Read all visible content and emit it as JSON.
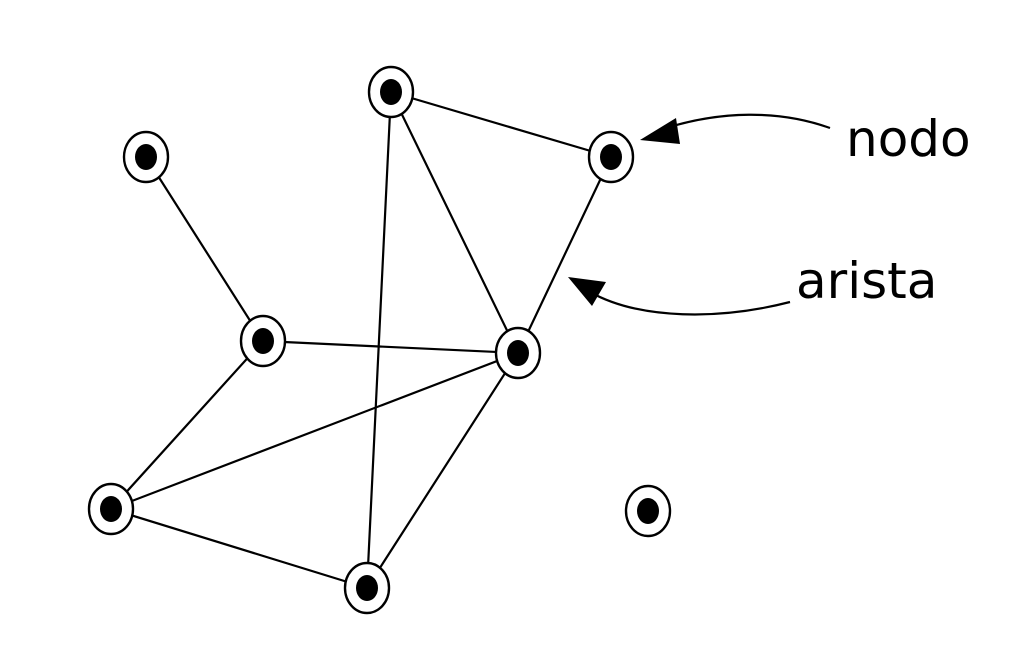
{
  "graph": {
    "nodes": [
      "n1",
      "n2",
      "n3",
      "n4",
      "n5",
      "n6",
      "n7",
      "n8"
    ],
    "edges": [
      [
        "n1",
        "n3"
      ],
      [
        "n2",
        "n4"
      ],
      [
        "n2",
        "n5"
      ],
      [
        "n2",
        "n7"
      ],
      [
        "n4",
        "n5"
      ],
      [
        "n3",
        "n5"
      ],
      [
        "n3",
        "n6"
      ],
      [
        "n5",
        "n6"
      ],
      [
        "n5",
        "n7"
      ],
      [
        "n6",
        "n7"
      ]
    ],
    "isolated_nodes": [
      "n8"
    ]
  },
  "labels": {
    "node": "nodo",
    "edge": "arista"
  },
  "colors": {
    "stroke": "#000000",
    "background": "#ffffff"
  }
}
